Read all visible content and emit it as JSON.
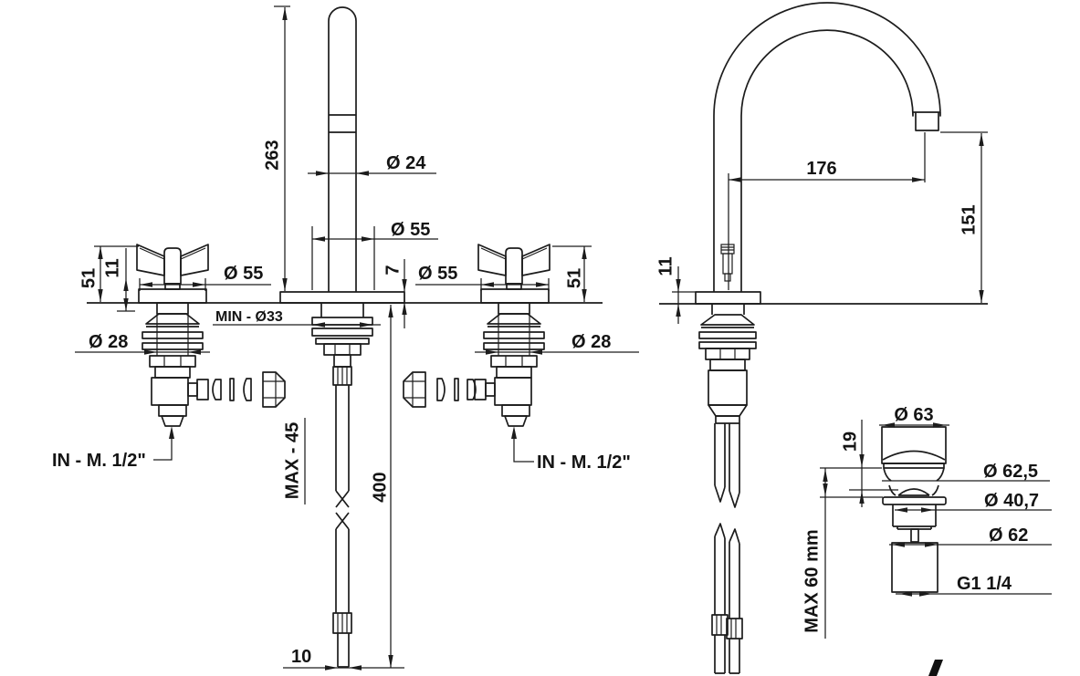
{
  "page": {
    "background": "#ffffff",
    "line_color": "#1c1c1c",
    "text_color": "#141414"
  },
  "front_view": {
    "spout": {
      "height": "263",
      "tube_diameter": "Ø 24",
      "base_diameter": "Ø 55",
      "escutcheon_thickness": "7",
      "min_hole_diameter": "MIN - Ø33"
    },
    "hose": {
      "max_depth": "MAX - 45",
      "length": "400",
      "tip_diameter": "10"
    },
    "left_handle": {
      "height": "51",
      "cap_height": "11",
      "diameter": "Ø 55",
      "body_diameter": "Ø 28",
      "inlet_thread": "IN - M. 1/2\""
    },
    "right_handle": {
      "diameter": "Ø 55",
      "height": "51",
      "body_diameter": "Ø 28",
      "inlet_thread": "IN - M. 1/2\""
    }
  },
  "side_view": {
    "spout_reach": "176",
    "outlet_height": "151",
    "escutcheon_height": "11"
  },
  "drain_detail": {
    "cap_diameter": "Ø 63",
    "cap_height": "19",
    "flange_diameter": "Ø 62,5",
    "inner_diameter": "Ø 40,7",
    "body_diameter": "Ø 62",
    "counter_max_thickness": "MAX 60 mm",
    "thread": "G1 1/4"
  }
}
